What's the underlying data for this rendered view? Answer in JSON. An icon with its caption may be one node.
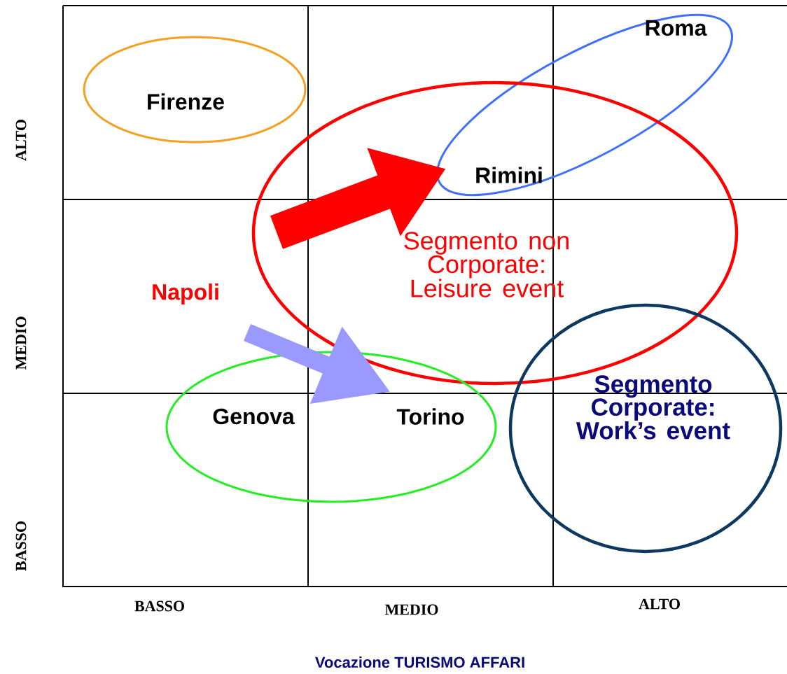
{
  "diagram": {
    "nodes": [
      {
        "text": [
          "Firenze"
        ]
      },
      {
        "text": [
          "Roma",
          "Rimini"
        ]
      },
      {
        "text": [
          "Segmento non Corporate: Leisure event"
        ]
      },
      {
        "text": [
          "Napoli"
        ]
      },
      {
        "text": [
          "Genova",
          "Torino"
        ]
      },
      {
        "text": [
          "Segmento Corporate: Work’s event"
        ]
      }
    ],
    "edges": [
      {
        "from": 2,
        "to": 1,
        "arrow": "to",
        "style": "thick",
        "color": "#ff0000"
      },
      {
        "from": null,
        "to": 4,
        "arrow": "to",
        "color": "#9999ff"
      }
    ],
    "labels": [
      "ALTO",
      "MEDIO",
      "BASSO",
      "BASSO",
      "MEDIO",
      "ALTO",
      "Vocazione TURISMO AFFARI"
    ]
  }
}
